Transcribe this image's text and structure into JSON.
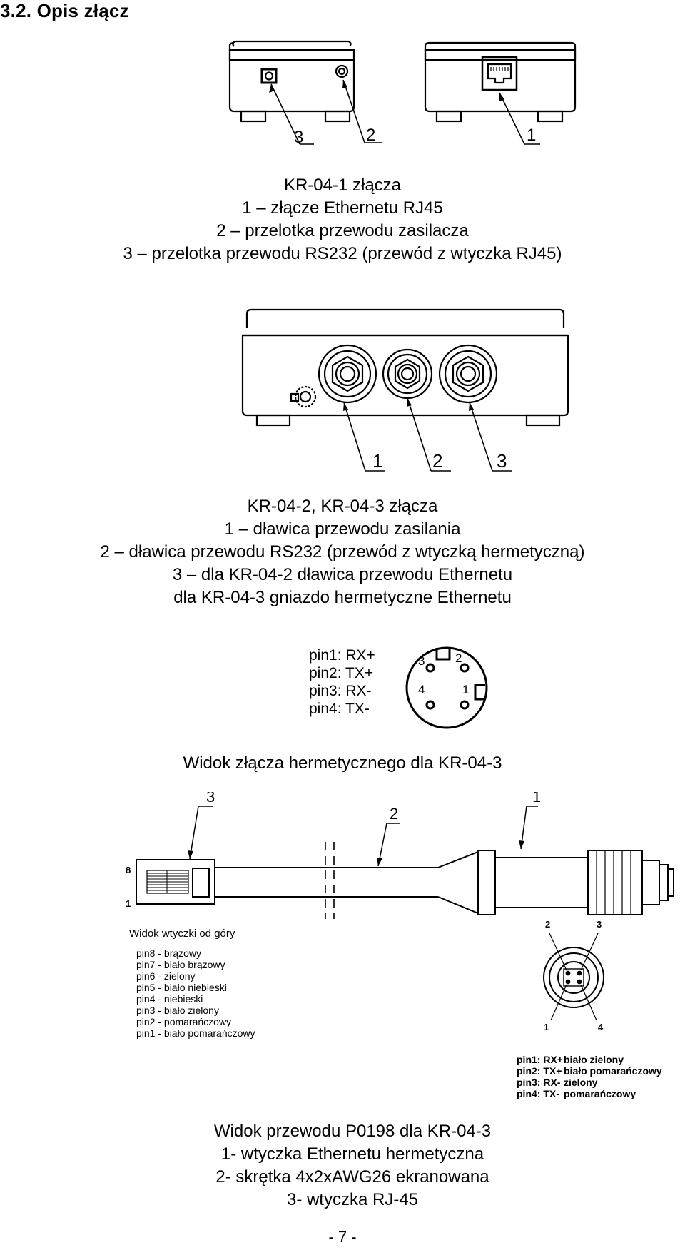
{
  "section_title": "3.2. Opis złącz",
  "figure1": {
    "callouts": [
      "3",
      "2",
      "1"
    ],
    "caption_lines": [
      "KR-04-1 złącza",
      "1 – złącze Ethernetu RJ45",
      "2 – przelotka przewodu zasilacza",
      "3 – przelotka przewodu RS232 (przewód z wtyczka RJ45)"
    ]
  },
  "figure2": {
    "callouts": [
      "1",
      "2",
      "3"
    ],
    "caption_lines": [
      "KR-04-2, KR-04-3 złącza",
      "1 – dławica przewodu zasilania",
      "2 – dławica przewodu RS232 (przewód z wtyczką hermetyczną)",
      "3 – dla KR-04-2 dławica przewodu Ethernetu",
      "dla KR-04-3 gniazdo hermetyczne Ethernetu"
    ]
  },
  "figure3": {
    "pins": [
      "pin1: RX+",
      "pin2: TX+",
      "pin3: RX-",
      "pin4: TX-"
    ],
    "pin_numbers": [
      "3",
      "2",
      "4",
      "1"
    ],
    "caption": "Widok złącza hermetycznego dla KR-04-3"
  },
  "figure4": {
    "callouts": [
      "3",
      "2",
      "1"
    ],
    "rj45_side_labels": [
      "8",
      "1"
    ],
    "plug_view_title": "Widok wtyczki od góry",
    "plug_pins": [
      "pin8 - brązowy",
      "pin7 - biało brązowy",
      "pin6 - zielony",
      "pin5 - biało niebieski",
      "pin4 - niebieski",
      "pin3 - biało zielony",
      "pin2 - pomarańczowy",
      "pin1 - biało pomarańczowy"
    ],
    "socket_pin_numbers": [
      "2",
      "3",
      "1",
      "4"
    ],
    "wire_table": [
      {
        "pin": "pin1: RX+",
        "color": "biało zielony"
      },
      {
        "pin": "pin2: TX+",
        "color": "biało pomarańczowy"
      },
      {
        "pin": "pin3: RX-",
        "color": "zielony"
      },
      {
        "pin": "pin4: TX-",
        "color": "pomarańczowy"
      }
    ],
    "caption_lines": [
      "Widok przewodu P0198 dla KR-04-3",
      "1-  wtyczka Ethernetu hermetyczna",
      "2-  skrętka 4x2xAWG26 ekranowana",
      "3-  wtyczka RJ-45"
    ]
  },
  "page_number": "- 7 -"
}
